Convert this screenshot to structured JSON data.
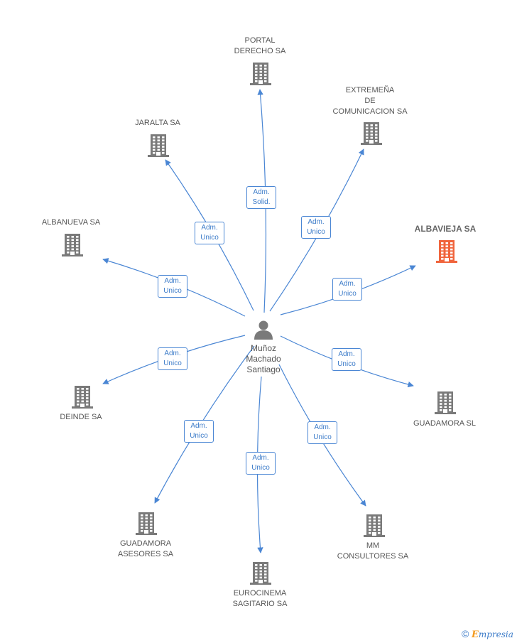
{
  "center": {
    "name": "Muñoz\nMachado\nSantiago",
    "icon": "person-icon"
  },
  "companies": [
    {
      "id": "portal-derecho-sa",
      "label": "PORTAL\nDERECHO SA",
      "role": "Adm.\nSolid.",
      "highlight": false
    },
    {
      "id": "extremena-de-comunicacion-sa",
      "label": "EXTREMEÑA\nDE\nCOMUNICACION SA",
      "role": "Adm.\nUnico",
      "highlight": false
    },
    {
      "id": "jaralta-sa",
      "label": "JARALTA SA",
      "role": "Adm.\nUnico",
      "highlight": false
    },
    {
      "id": "albanueva-sa",
      "label": "ALBANUEVA SA",
      "role": "Adm.\nUnico",
      "highlight": false
    },
    {
      "id": "albavieja-sa",
      "label": "ALBAVIEJA SA",
      "role": "Adm.\nUnico",
      "highlight": true
    },
    {
      "id": "deinde-sa",
      "label": "DEINDE SA",
      "role": "Adm.\nUnico",
      "highlight": false
    },
    {
      "id": "guadamora-sl",
      "label": "GUADAMORA SL",
      "role": "Adm.\nUnico",
      "highlight": false
    },
    {
      "id": "guadamora-asesores-sa",
      "label": "GUADAMORA\nASESORES SA",
      "role": "Adm.\nUnico",
      "highlight": false
    },
    {
      "id": "eurocinema-sagitario-sa",
      "label": "EUROCINEMA\nSAGITARIO SA",
      "role": "Adm.\nUnico",
      "highlight": false
    },
    {
      "id": "mm-consultores-sa",
      "label": "MM\nCONSULTORES SA",
      "role": "Adm.\nUnico",
      "highlight": false
    }
  ],
  "colors": {
    "edge": "#4a86d4",
    "building": "#7a7a7a",
    "building_highlight": "#f0643c",
    "person": "#7a7a7a"
  },
  "footer": {
    "copyright": "©",
    "brand_initial": "E",
    "brand_rest": "mpresia"
  }
}
